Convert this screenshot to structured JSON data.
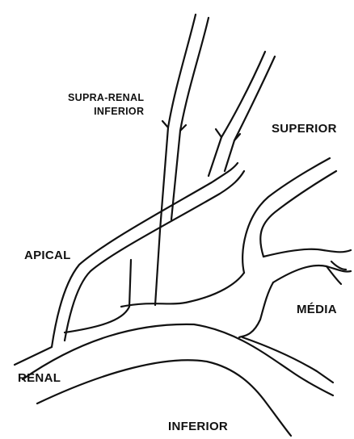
{
  "labels": {
    "supra_renal_line1": "SUPRA-RENAL",
    "supra_renal_line2": "INFERIOR",
    "superior": "SUPERIOR",
    "apical": "APICAL",
    "media": "MÉDIA",
    "renal": "RENAL",
    "inferior": "INFERIOR"
  },
  "colors": {
    "line": "#111111",
    "background": "#ffffff"
  }
}
